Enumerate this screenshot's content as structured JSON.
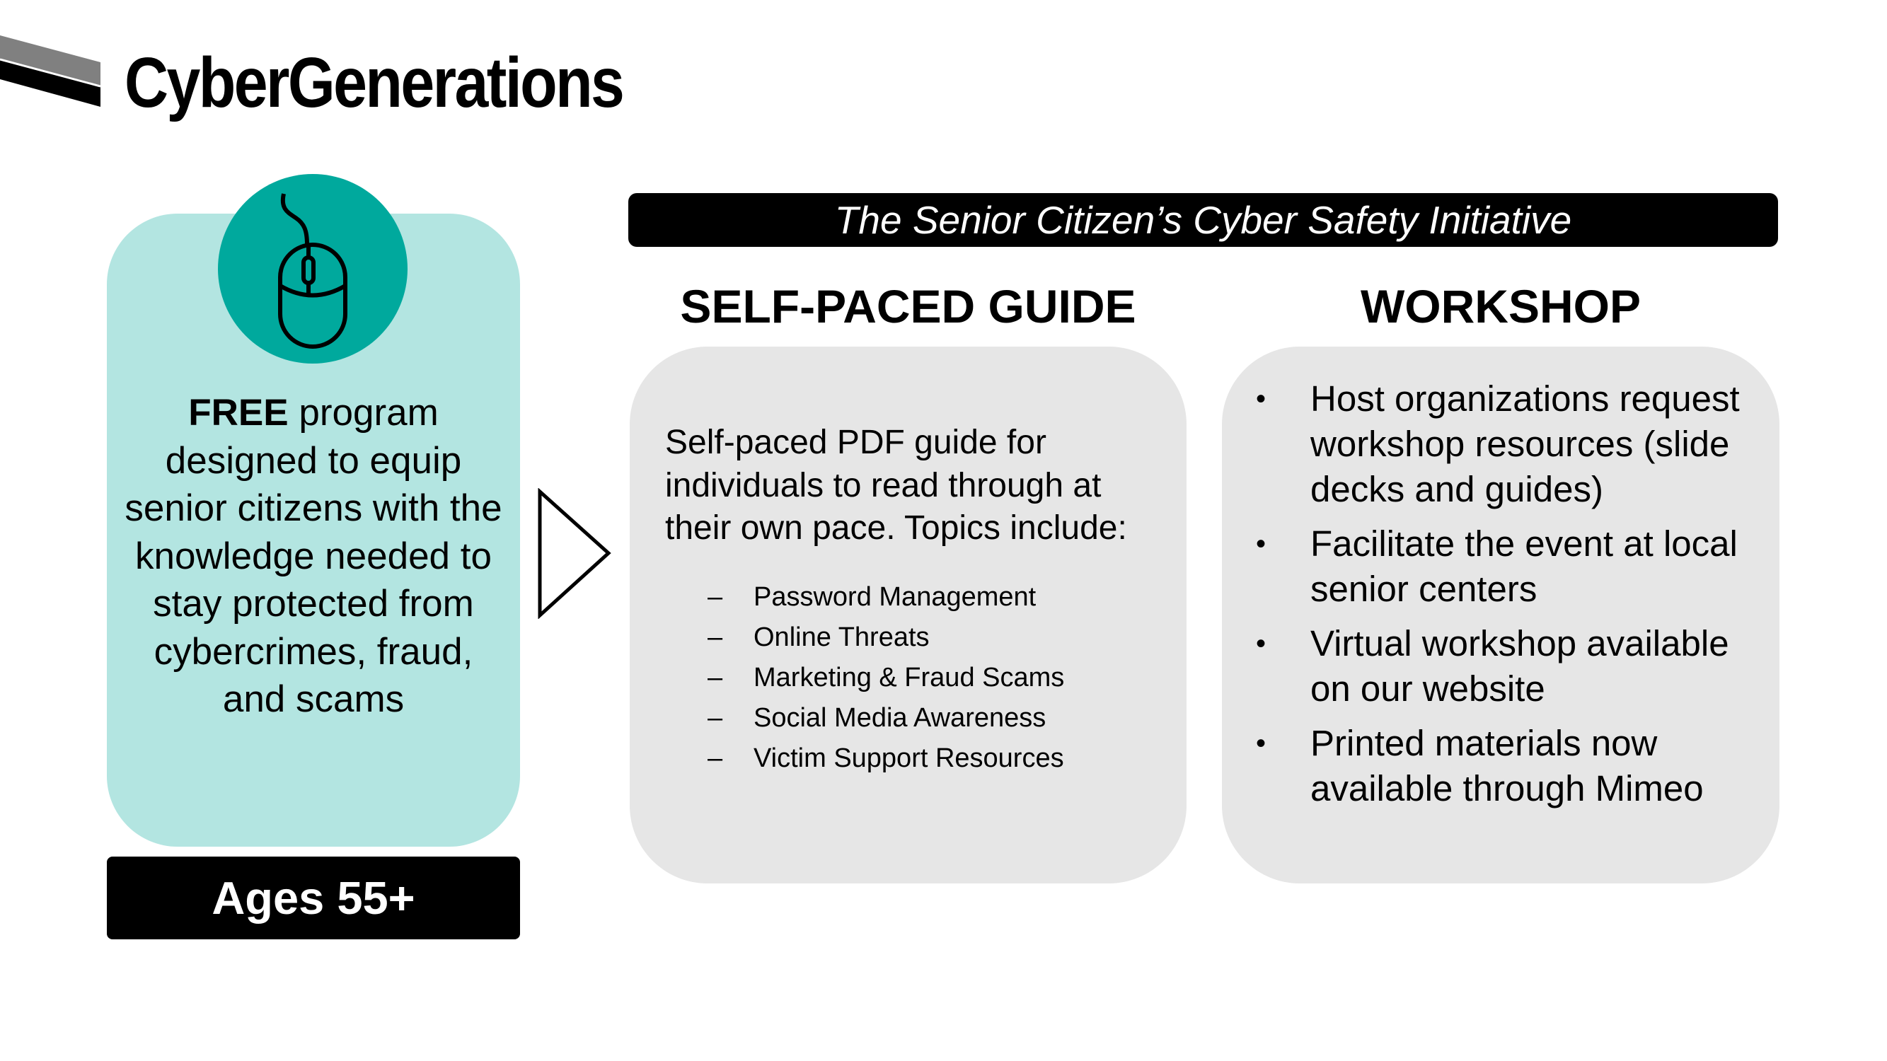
{
  "header": {
    "title": "CyberGenerations"
  },
  "intro": {
    "free_label": "FREE",
    "text": " program designed to equip senior citizens with the knowledge needed to stay protected from cybercrimes, fraud, and scams",
    "age_badge": "Ages 55+"
  },
  "banner": {
    "text": "The Senior Citizen’s Cyber Safety Initiative"
  },
  "guide": {
    "heading": "SELF-PACED GUIDE",
    "description": "Self-paced PDF guide for individuals to read through at their own pace. Topics include:",
    "topics": [
      "Password Management",
      "Online Threats",
      "Marketing & Fraud Scams",
      "Social Media Awareness",
      "Victim Support Resources"
    ]
  },
  "workshop": {
    "heading": "WORKSHOP",
    "items": [
      "Host organizations request workshop resources (slide decks and guides)",
      "Facilitate the event at local senior centers",
      "Virtual workshop available on our website",
      "Printed materials now available through Mimeo"
    ]
  },
  "colors": {
    "teal": "#00a99d",
    "teal_light": "#b3e5e1",
    "grey_panel": "#e6e6e6"
  }
}
